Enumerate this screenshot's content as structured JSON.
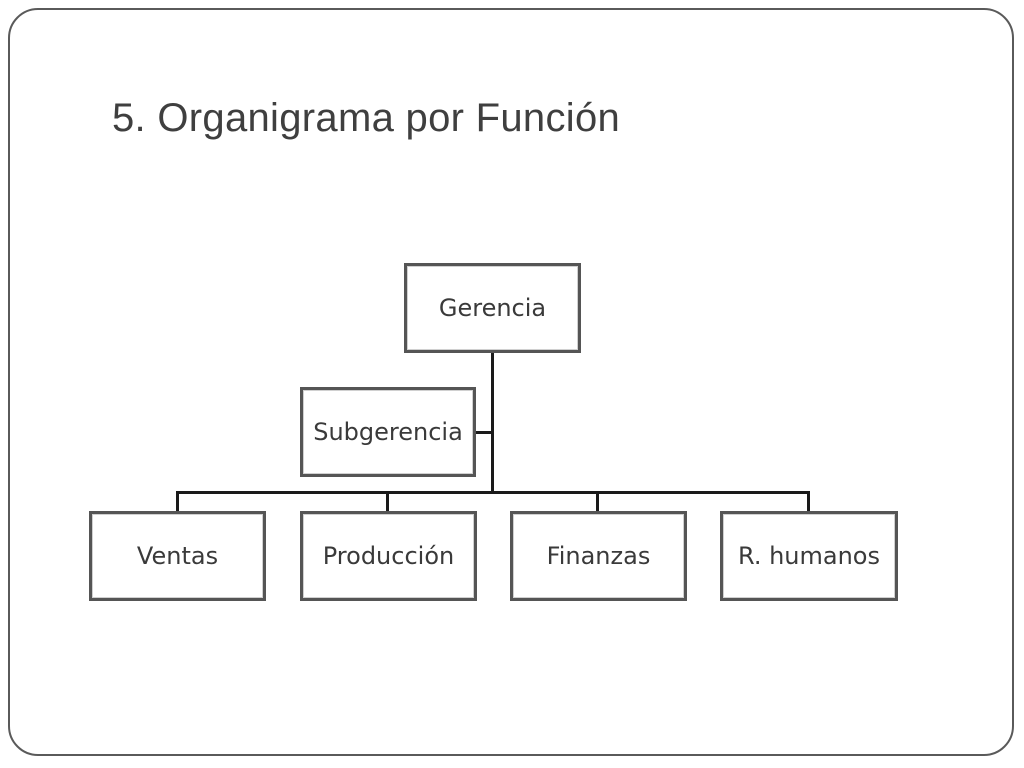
{
  "slide": {
    "title": "5. Organigrama por Función"
  },
  "org_chart": {
    "root": "Gerencia",
    "staff": "Subgerencia",
    "departments": [
      "Ventas",
      "Producción",
      "Finanzas",
      "R. humanos"
    ]
  }
}
